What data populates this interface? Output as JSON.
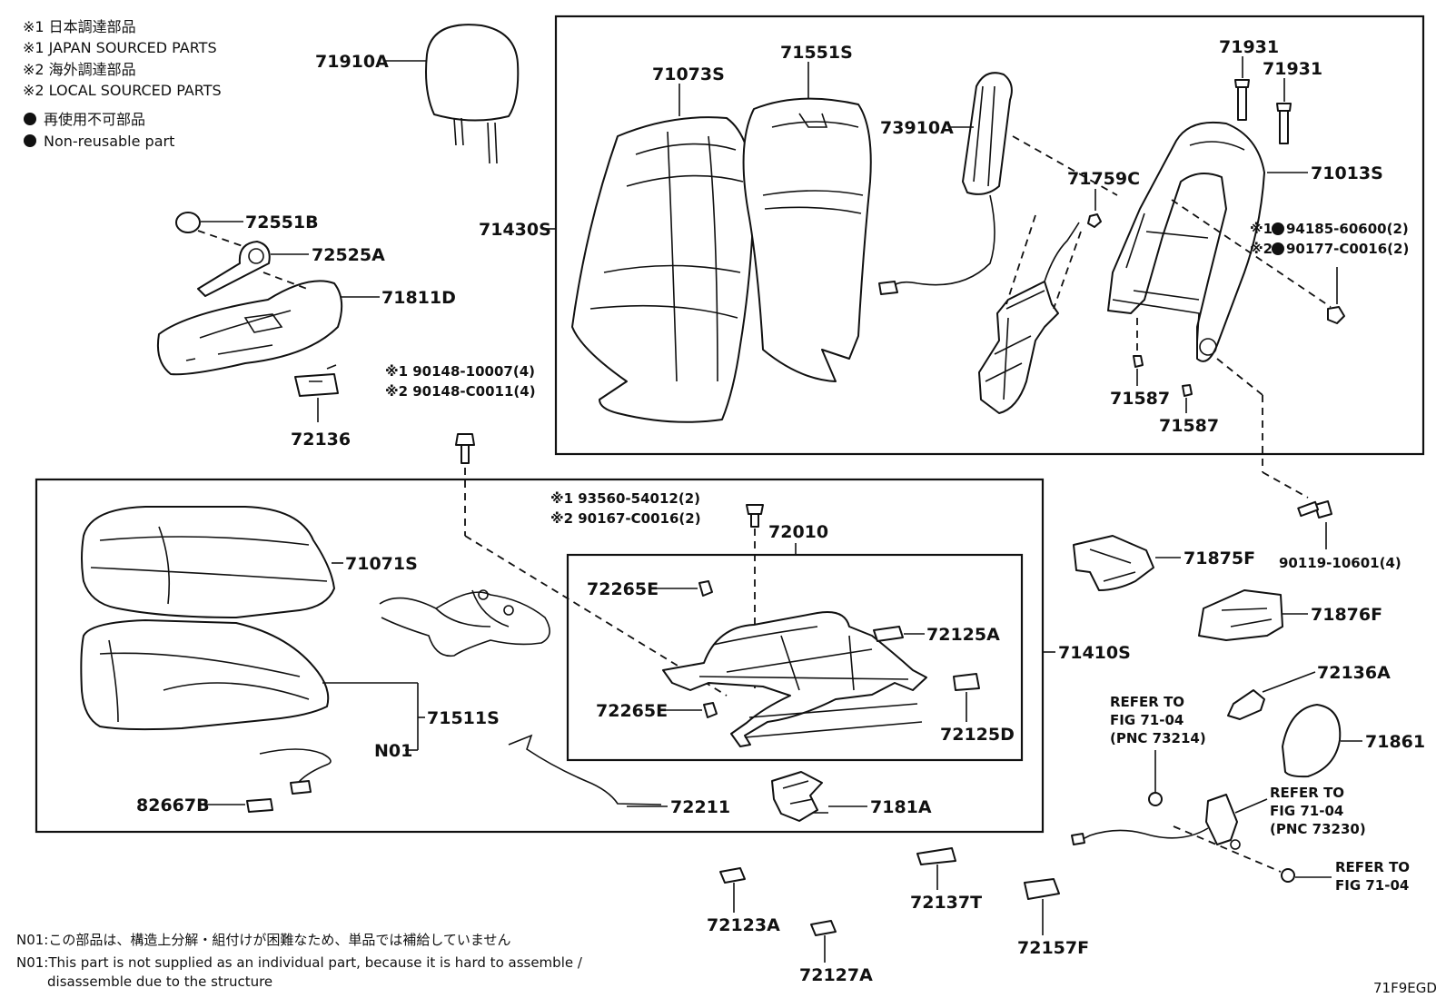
{
  "legend": {
    "l1": "※1 日本調達部品",
    "l2": "※1 JAPAN SOURCED PARTS",
    "l3": "※2 海外調達部品",
    "l4": "※2 LOCAL SOURCED PARTS",
    "l5": "再使用不可部品",
    "l6": "Non-reusable part"
  },
  "parts": {
    "p71910A": "71910A",
    "p72551B": "72551B",
    "p72525A": "72525A",
    "p71811D": "71811D",
    "p72136": "72136",
    "p90148a": "※1 90148-10007(4)",
    "p90148b": "※2 90148-C0011(4)",
    "p71430S": "71430S",
    "p71073S": "71073S",
    "p71551S": "71551S",
    "p73910A": "73910A",
    "p71759C": "71759C",
    "p71931a": "71931",
    "p71931b": "71931",
    "p71013S": "71013S",
    "p94185": "94185-60600(2)",
    "p90177": "90177-C0016(2)",
    "p94185_mark": "※1",
    "p90177_mark": "※2",
    "p71587a": "71587",
    "p71587b": "71587",
    "p90119": "90119-10601(4)",
    "p93560": "※1 93560-54012(2)",
    "p90167": "※2 90167-C0016(2)",
    "p72010": "72010",
    "p72265E_1": "72265E",
    "p72265E_2": "72265E",
    "p72125A": "72125A",
    "p72125D": "72125D",
    "p71410S": "71410S",
    "p71071S": "71071S",
    "p71511S": "71511S",
    "pN01": "N01",
    "p82667B": "82667B",
    "p72211": "72211",
    "p7181A": "7181A",
    "p71875F": "71875F",
    "p71876F": "71876F",
    "p72136A": "72136A",
    "p71861": "71861",
    "p72123A": "72123A",
    "p72127A": "72127A",
    "p72137T": "72137T",
    "p72157F": "72157F"
  },
  "refs": {
    "r1_l1": "REFER TO",
    "r1_l2": "FIG 71-04",
    "r1_l3": "(PNC 73214)",
    "r2_l1": "REFER TO",
    "r2_l2": "FIG 71-04",
    "r2_l3": "(PNC 73230)",
    "r3_l1": "REFER TO",
    "r3_l2": "FIG 71-04"
  },
  "notes": {
    "n1": "N01:この部品は、構造上分解・組付けが困難なため、単品では補給していません",
    "n2": "N01:This part is not supplied as an individual part, because it is hard to assemble /",
    "n3": "disassemble due to the structure"
  },
  "figure_id": "71F9EGD"
}
